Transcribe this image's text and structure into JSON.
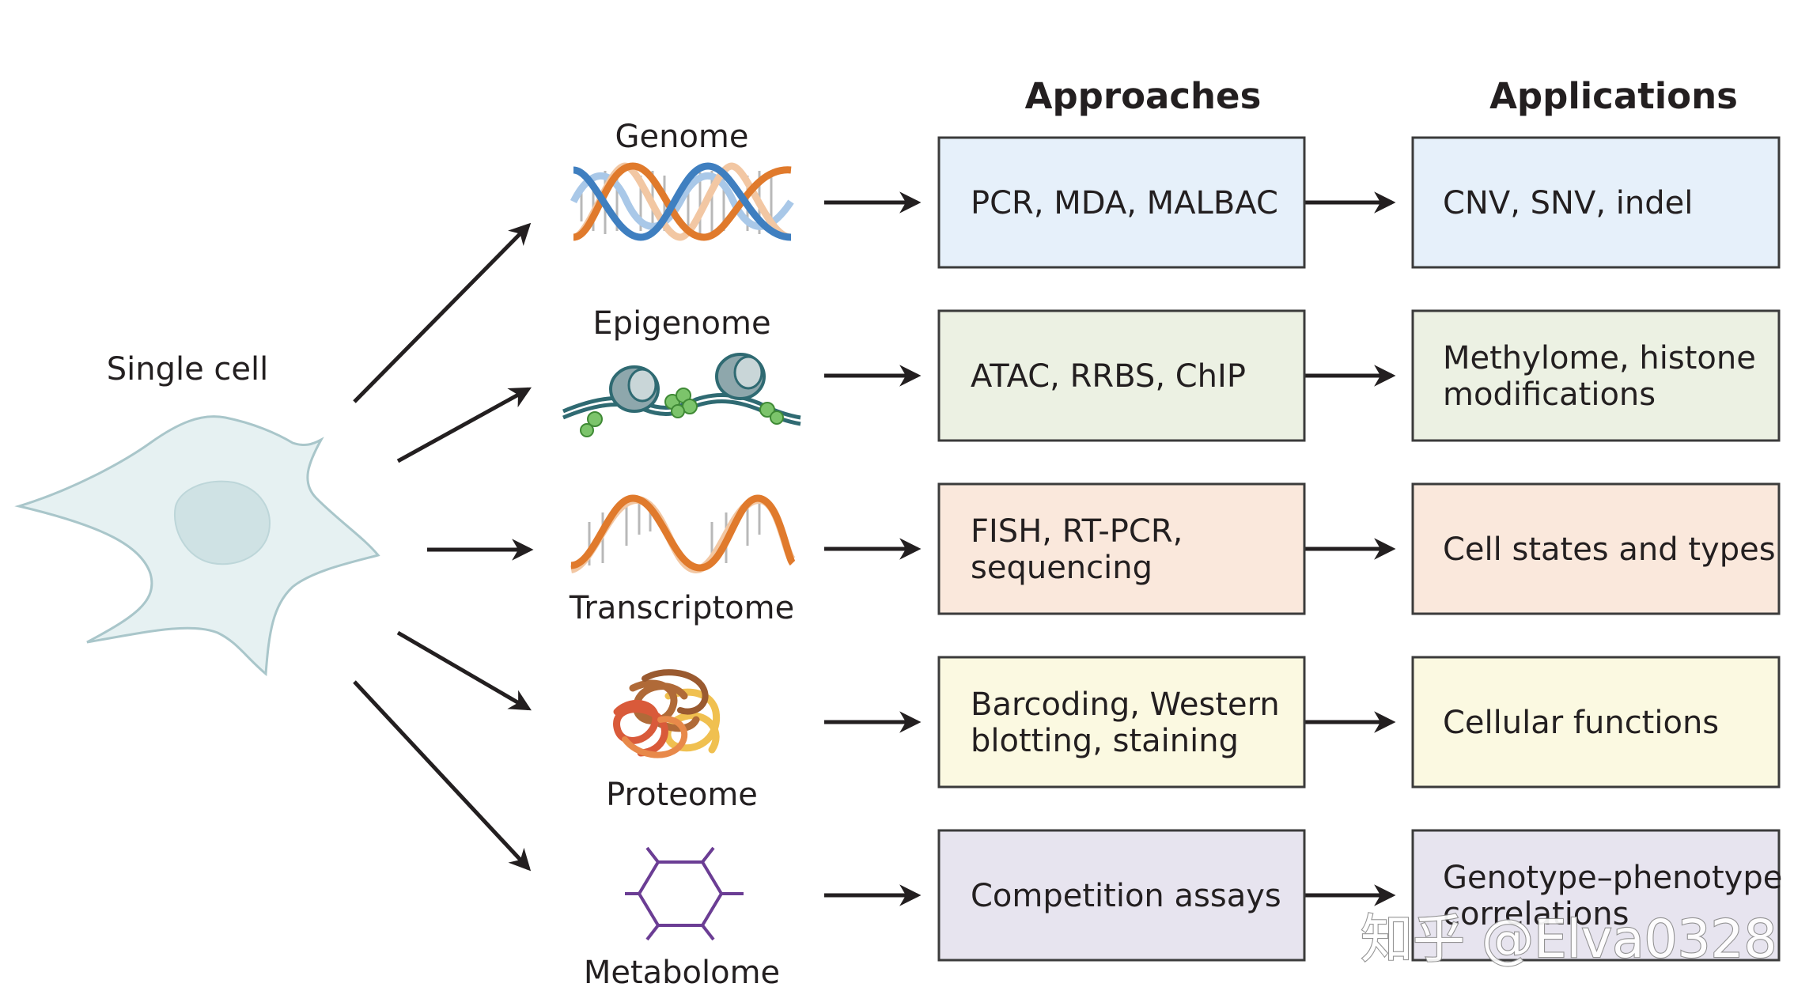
{
  "headers": {
    "approaches": "Approaches",
    "applications": "Applications"
  },
  "source_label": "Single cell",
  "omics": [
    {
      "label": "Genome",
      "icon": "dna-double-helix-icon"
    },
    {
      "label": "Epigenome",
      "icon": "nucleosome-chromatin-icon"
    },
    {
      "label": "Transcriptome",
      "icon": "rna-single-strand-icon"
    },
    {
      "label": "Proteome",
      "icon": "folded-protein-icon"
    },
    {
      "label": "Metabolome",
      "icon": "metabolite-molecule-icon"
    }
  ],
  "rows": [
    {
      "approach": [
        "PCR, MDA, MALBAC"
      ],
      "application": [
        "CNV, SNV, indel"
      ],
      "fill": "#e6f0fa"
    },
    {
      "approach": [
        "ATAC, RRBS, ChIP"
      ],
      "application": [
        "Methylome, histone",
        "modifications"
      ],
      "fill": "#ecf1e3"
    },
    {
      "approach": [
        "FISH, RT-PCR,",
        "sequencing"
      ],
      "application": [
        "Cell states and types"
      ],
      "fill": "#fae8dc"
    },
    {
      "approach": [
        "Barcoding, Western",
        "blotting, staining"
      ],
      "application": [
        "Cellular functions"
      ],
      "fill": "#fbf9e1"
    },
    {
      "approach": [
        "Competition assays"
      ],
      "application": [
        "Genotype–phenotype",
        "correlations"
      ],
      "fill": "#e7e4ef"
    }
  ],
  "colors": {
    "box_stroke": "#3b3b3b",
    "arrow": "#231f20",
    "cell_fill": "#e6f1f2",
    "cell_stroke": "#a9c6ca",
    "nucleus_fill": "#cfe2e4",
    "dna_orange": "#e07a2c",
    "dna_blue": "#3f7fc0",
    "metabolite_purple": "#6b3d94"
  },
  "watermark": "知乎 @Elva0328"
}
